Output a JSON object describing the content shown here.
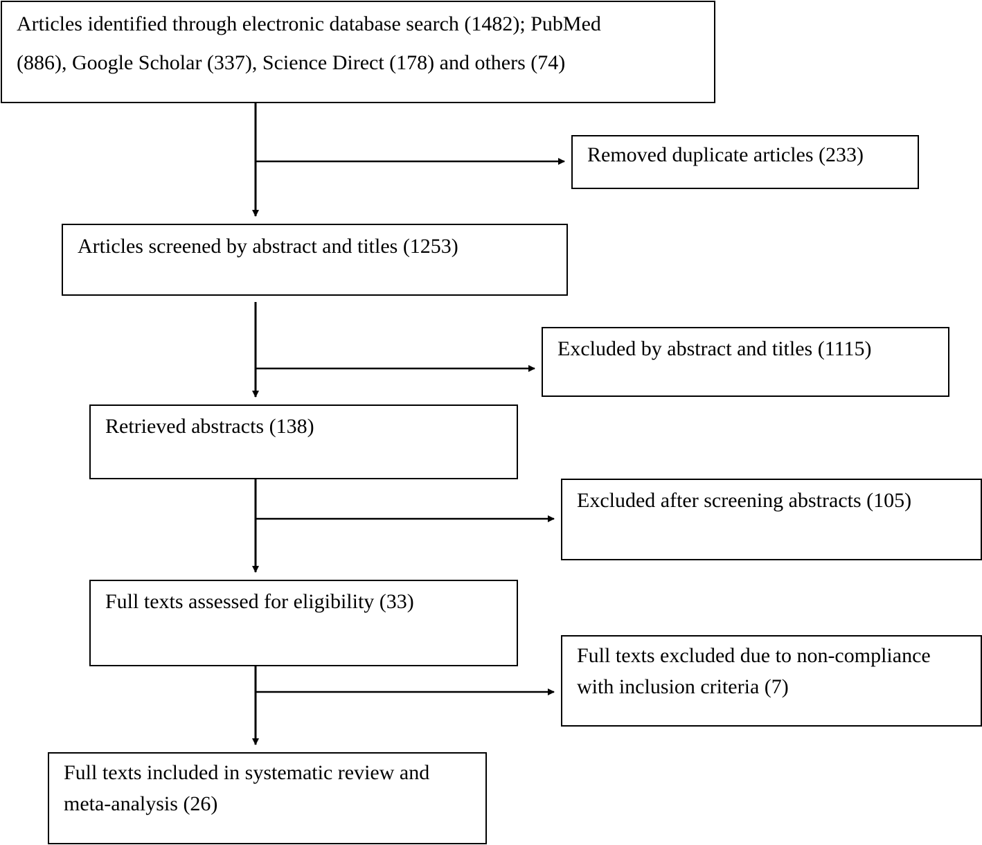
{
  "flowchart": {
    "boxes": {
      "identified": "Articles identified through electronic database search (1482); PubMed\n(886), Google Scholar (337), Science Direct (178) and others (74)",
      "duplicates_removed": "Removed duplicate articles (233)",
      "screened": "Articles screened by abstract and titles (1253)",
      "excluded_abstract_titles": "Excluded by abstract and titles (1115)",
      "retrieved_abstracts": "Retrieved abstracts (138)",
      "excluded_after_screening": "Excluded after screening abstracts (105)",
      "full_texts_assessed": "Full texts assessed for eligibility (33)",
      "full_texts_excluded": "Full texts excluded due to non-compliance\nwith inclusion criteria (7)",
      "full_texts_included": "Full texts included in systematic review and\nmeta-analysis (26)"
    },
    "colors": {
      "line": "#000000",
      "box_border": "#000000",
      "background": "#ffffff"
    }
  }
}
